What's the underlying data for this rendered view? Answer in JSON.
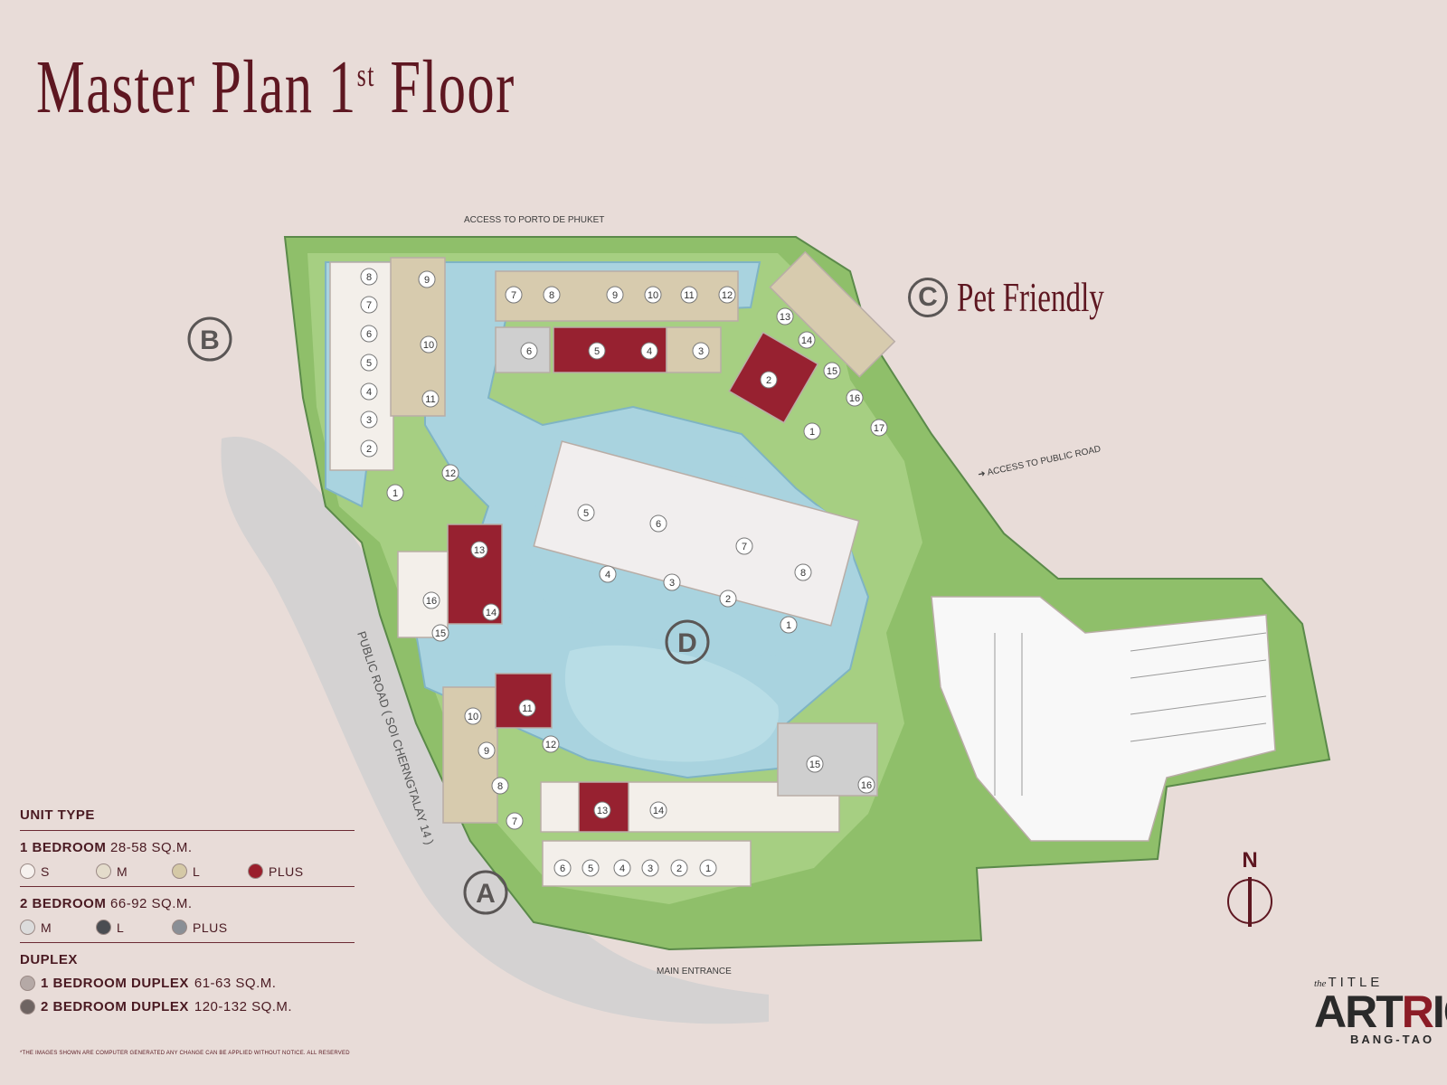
{
  "title": {
    "main": "Master Plan 1",
    "sup": "st",
    "tail": " Floor"
  },
  "zones": {
    "a": "A",
    "b": "B",
    "c": "C",
    "d": "D"
  },
  "pet_friendly": "Pet Friendly",
  "labels": {
    "access_porto": "ACCESS TO PORTO DE PHUKET",
    "access_public": "➜ ACCESS TO PUBLIC ROAD",
    "public_road": "PUBLIC ROAD ( SOI CHERNGTALAY 14 )",
    "main_entrance": "MAIN ENTRANCE"
  },
  "north": "N",
  "legend": {
    "heading": "UNIT TYPE",
    "one_bedroom": {
      "label": "1 BEDROOM",
      "size": "28-58 SQ.M.",
      "types": [
        {
          "name": "S",
          "color": "#f6f1ee"
        },
        {
          "name": "M",
          "color": "#e4dccb"
        },
        {
          "name": "L",
          "color": "#d5c9a6"
        },
        {
          "name": "PLUS",
          "color": "#9a1f2c"
        }
      ]
    },
    "two_bedroom": {
      "label": "2 BEDROOM",
      "size": "66-92 SQ.M.",
      "types": [
        {
          "name": "M",
          "color": "#dcdcdc"
        },
        {
          "name": "L",
          "color": "#4a4d52"
        },
        {
          "name": "PLUS",
          "color": "#8a8f96"
        }
      ]
    },
    "duplex": {
      "label": "DUPLEX",
      "items": [
        {
          "name": "1 BEDROOM DUPLEX",
          "size": "61-63 SQ.M.",
          "color": "#b5a9a6"
        },
        {
          "name": "2 BEDROOM DUPLEX",
          "size": "120-132 SQ.M.",
          "color": "#6e6462"
        }
      ]
    }
  },
  "footnote": "*THE IMAGES SHOWN ARE COMPUTER GENERATED ANY CHANGE CAN BE APPLIED WITHOUT NOTICE. ALL RESERVED",
  "logo": {
    "the": "the",
    "top": "TITLE",
    "main_a": "ART",
    "main_r": "R",
    "main_b": "IC",
    "sub": "BANG-TAO"
  },
  "units": {
    "west": [
      "8",
      "7",
      "6",
      "5",
      "4",
      "3",
      "2"
    ],
    "west_mid": [
      "9",
      "10",
      "11",
      "12",
      "1"
    ],
    "north_row": [
      "7",
      "8",
      "9",
      "10",
      "11",
      "12"
    ],
    "north_lower": [
      "6",
      "5",
      "4",
      "3"
    ],
    "northeast": [
      "13",
      "14",
      "15",
      "16",
      "17",
      "2",
      "1"
    ],
    "west_lower": [
      "13",
      "14",
      "16",
      "15"
    ],
    "center": [
      "5",
      "6",
      "4",
      "3",
      "7",
      "8",
      "2",
      "1"
    ],
    "southwest": [
      "10",
      "11",
      "9",
      "12",
      "8",
      "7"
    ],
    "south_mid": [
      "13",
      "14",
      "15",
      "16"
    ],
    "south_row": [
      "6",
      "5",
      "4",
      "3",
      "2",
      "1"
    ]
  }
}
